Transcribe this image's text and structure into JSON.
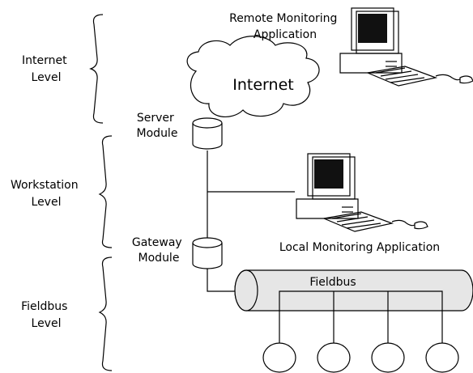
{
  "levels": {
    "internet": [
      "Internet",
      "Level"
    ],
    "workstation": [
      "Workstation",
      "Level"
    ],
    "fieldbus": [
      "Fieldbus",
      "Level"
    ]
  },
  "cloud_label": "Internet",
  "remote_app": [
    "Remote Monitoring",
    "Application"
  ],
  "local_app": "Local Monitoring Application",
  "server_module": [
    "Server",
    "Module"
  ],
  "gateway_module": [
    "Gateway",
    "Module"
  ],
  "fieldbus_label": "Fieldbus",
  "colors": {
    "line": "#000000",
    "pipe_fill": "#e6e6e6",
    "screen": "#111111",
    "background": "#ffffff"
  }
}
